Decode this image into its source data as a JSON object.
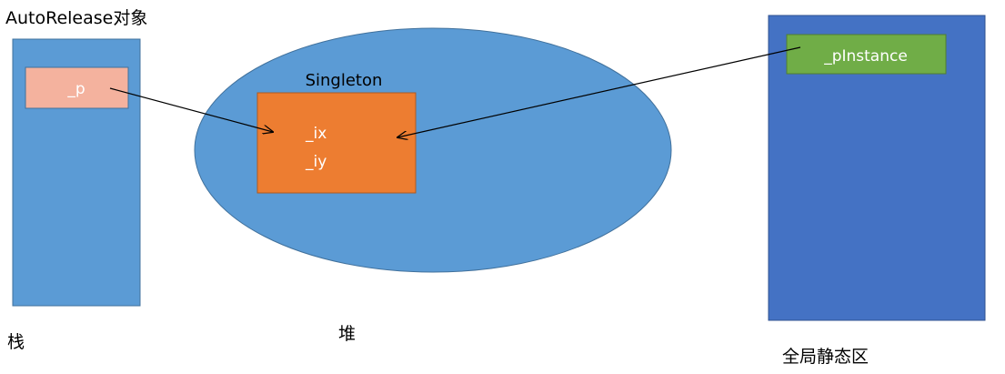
{
  "stack": {
    "caption": "AutoRelease对象",
    "region_label": "栈",
    "pointer_label": "_p"
  },
  "heap": {
    "region_label": "堆",
    "object_title": "Singleton",
    "members": [
      "_ix",
      "_iy"
    ]
  },
  "static_area": {
    "region_label": "全局静态区",
    "pointer_label": "_pInstance"
  },
  "colors": {
    "stack_fill": "#5b9bd5",
    "stack_stroke": "#41719c",
    "pointer_p_fill": "#f4b29e",
    "heap_fill": "#5b9bd5",
    "heap_stroke": "#41719c",
    "object_fill": "#ed7d31",
    "object_stroke": "#ae5a21",
    "static_fill": "#4472c4",
    "static_stroke": "#2f528f",
    "instance_fill": "#70ad47",
    "instance_stroke": "#507e32",
    "arrow": "#000000",
    "text_dark": "#000000",
    "text_light": "#ffffff"
  }
}
